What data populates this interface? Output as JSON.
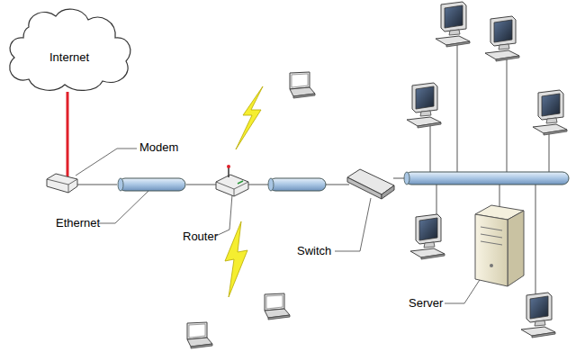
{
  "diagram": {
    "nodes": [
      {
        "text": [
          "Internet"
        ]
      }
    ],
    "labels": [
      "Modem",
      "Ethernet",
      "Router",
      "Switch",
      "Server"
    ]
  }
}
